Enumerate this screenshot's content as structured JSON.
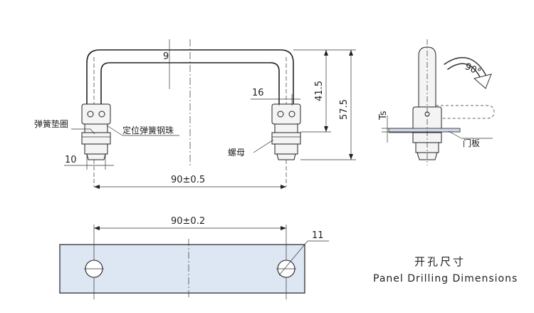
{
  "dimensions": {
    "handle_thickness": "9",
    "screw_width": "16",
    "height_inner": "41.5",
    "height_total": "57.5",
    "washer_width": "10",
    "center_distance_handle": "90±0.5",
    "center_distance_holes": "90±0.2",
    "hole_diameter": "11",
    "panel_thickness": "Ts",
    "rotation": "90°"
  },
  "labels": {
    "spring_washer": "弹簧垫圈",
    "locating_ball": "定位弹簧钢珠",
    "nut": "螺母",
    "door_panel": "门板"
  },
  "caption": {
    "title_cn": "开孔尺寸",
    "title_en": "Panel Drilling Dimensions"
  },
  "colors": {
    "panel_fill": "#dde6f3",
    "line": "#222222"
  }
}
